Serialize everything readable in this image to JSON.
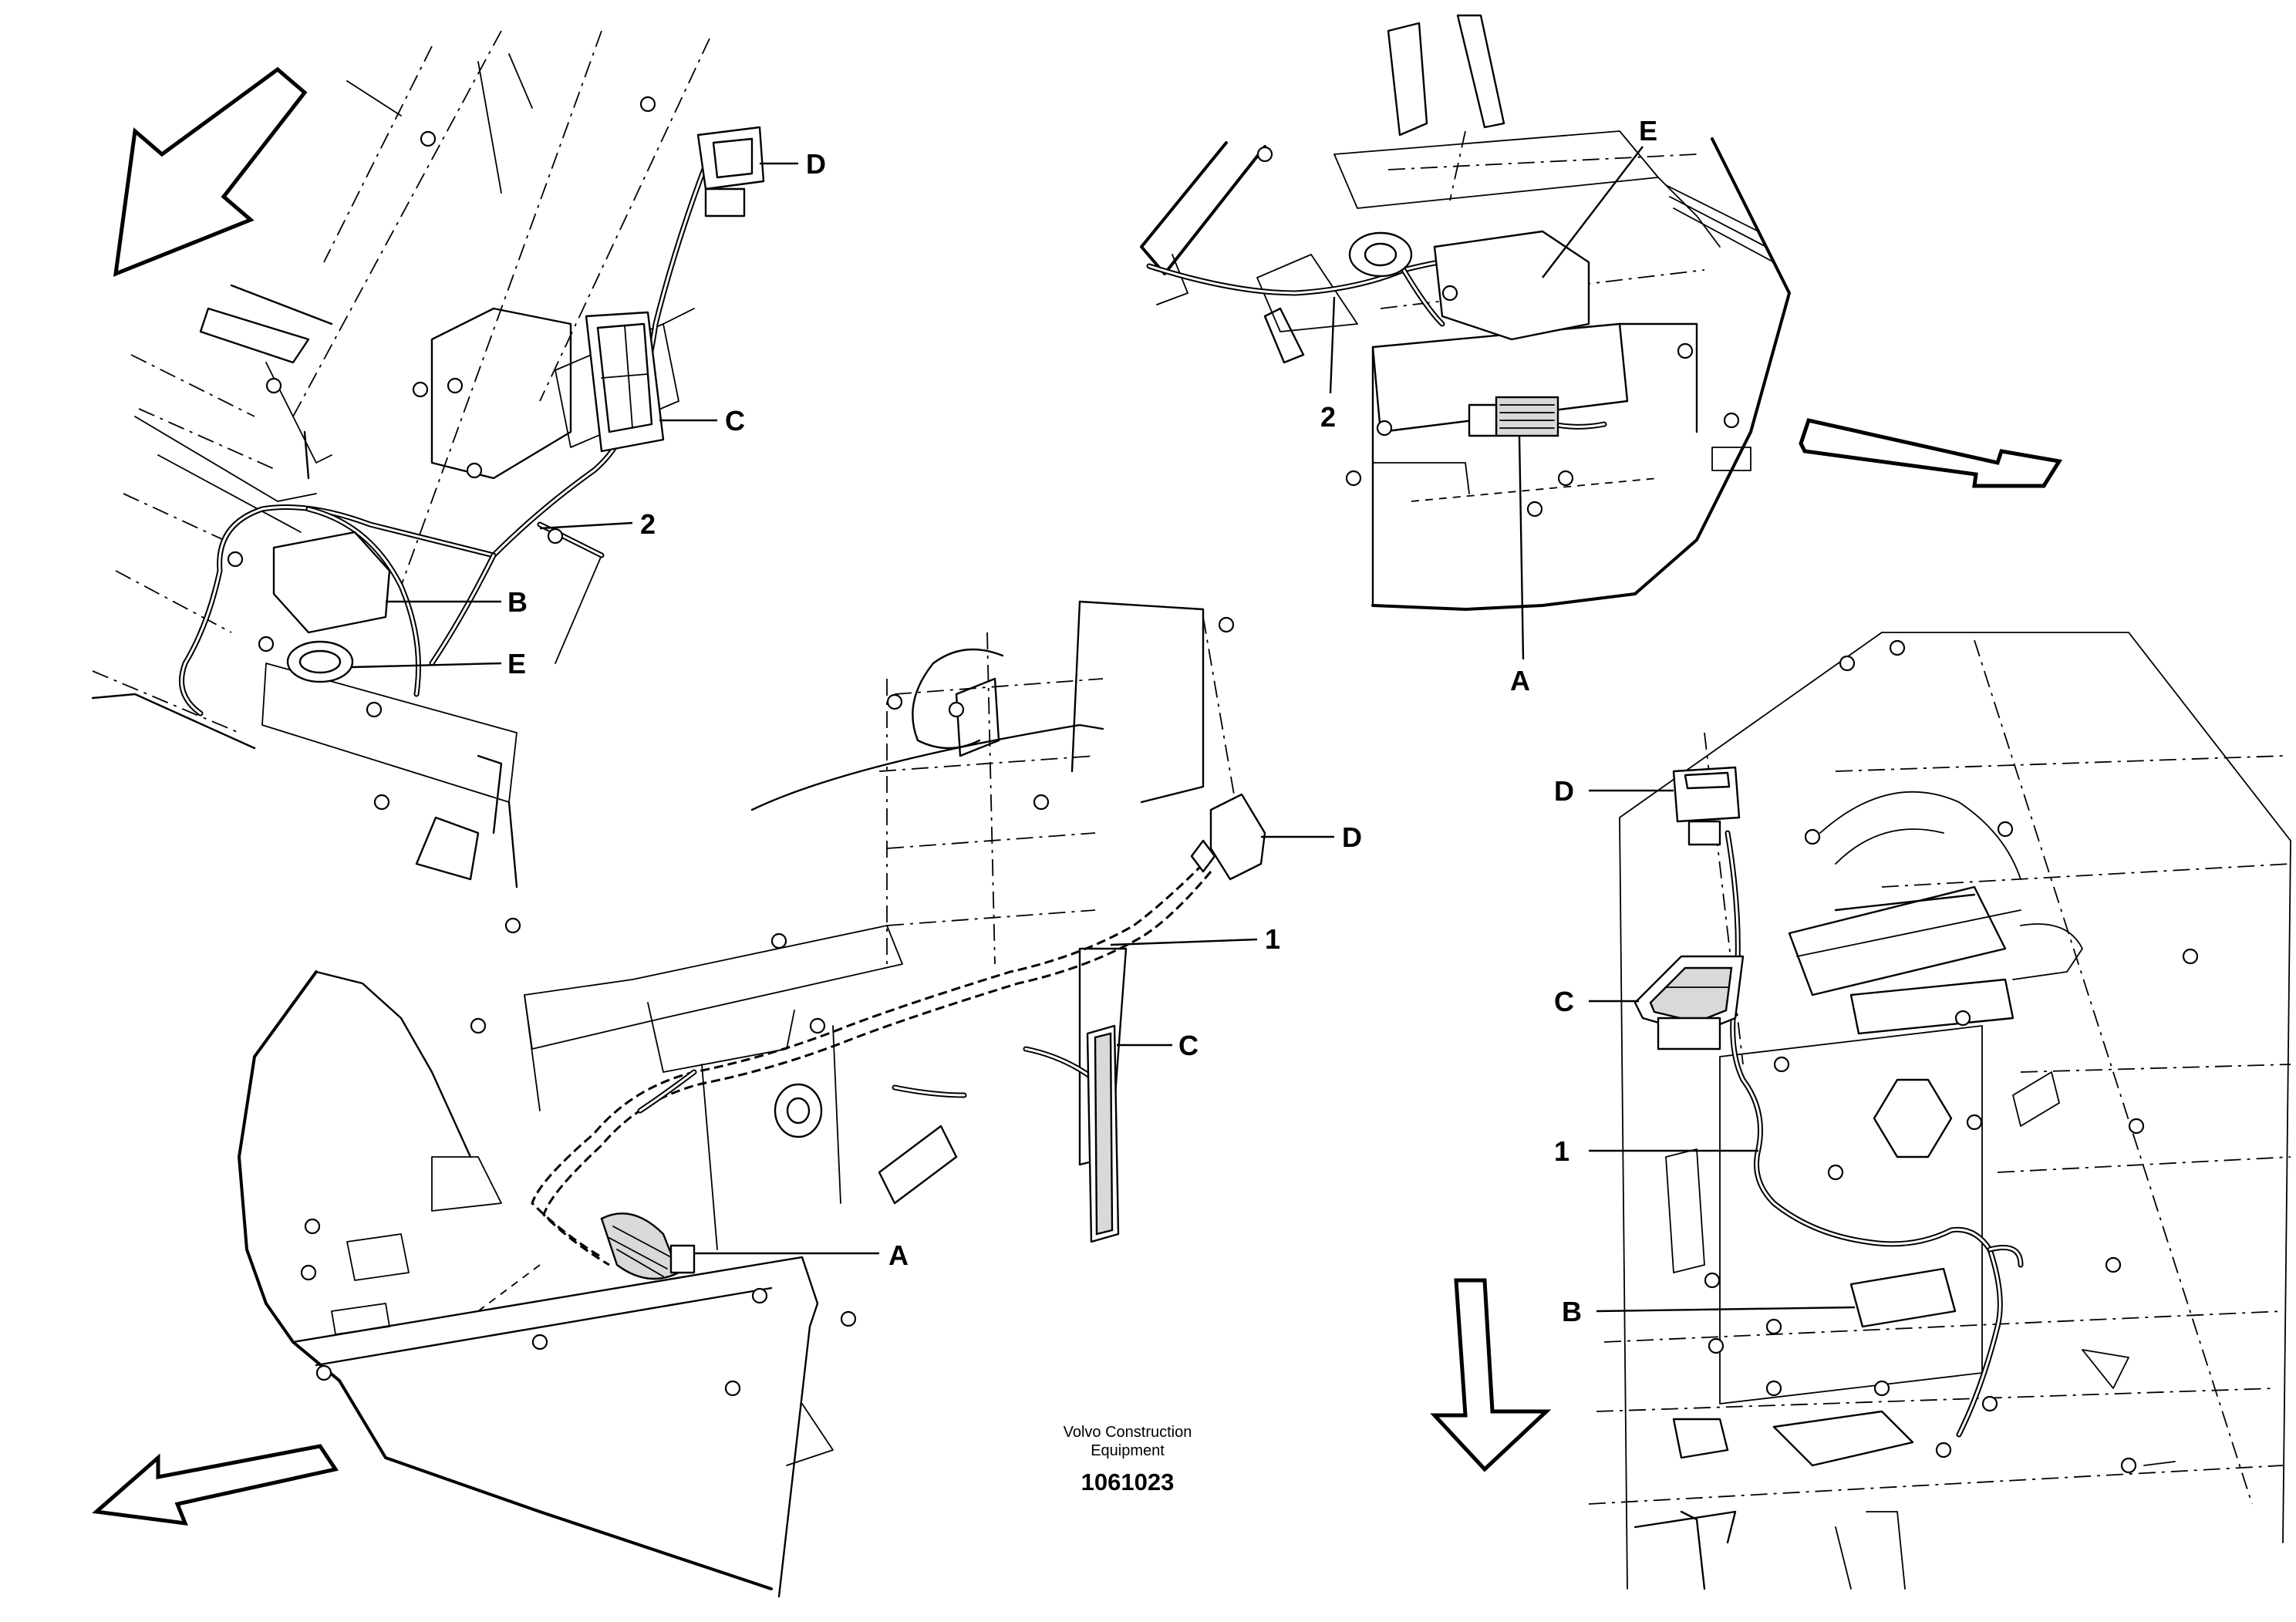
{
  "figure": {
    "credit_line_1": "Volvo Construction",
    "credit_line_2": "Equipment",
    "document_number": "1061023"
  },
  "views": [
    {
      "id": "view-top-left",
      "callouts": [
        "D",
        "C",
        "2",
        "B",
        "E"
      ]
    },
    {
      "id": "view-top-right",
      "callouts": [
        "E",
        "2",
        "A"
      ]
    },
    {
      "id": "view-bottom-left",
      "callouts": [
        "D",
        "1",
        "C",
        "A"
      ]
    },
    {
      "id": "view-bottom-right",
      "callouts": [
        "D",
        "C",
        "1",
        "B"
      ]
    }
  ],
  "callouts": {
    "tl_d": "D",
    "tl_c": "C",
    "tl_2": "2",
    "tl_b": "B",
    "tl_e": "E",
    "tr_e": "E",
    "tr_2": "2",
    "tr_a": "A",
    "bl_d": "D",
    "bl_1": "1",
    "bl_c": "C",
    "bl_a": "A",
    "br_d": "D",
    "br_c": "C",
    "br_1": "1",
    "br_b": "B"
  },
  "icons": [
    "direction-arrow-icon",
    "bolt-icon",
    "connector-icon",
    "light-switch-icon",
    "relay-icon"
  ]
}
